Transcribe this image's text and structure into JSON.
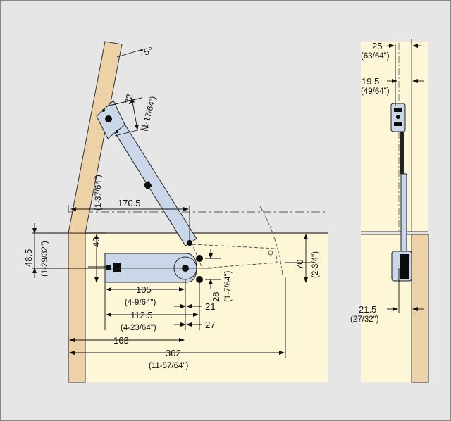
{
  "colors": {
    "background": "#e6e6e6",
    "cabinet_interior": "#fdf7d7",
    "wood": "#ecd2a6",
    "hardware": "#c9d7e8",
    "hardware_dark": "#0b0b0b"
  },
  "angle": {
    "label": "75°"
  },
  "dimensions": {
    "d32": {
      "mm": "32",
      "inch": "(1-17/64\")"
    },
    "d1_37_64": {
      "inch": "(1-37/64\")"
    },
    "d170_5": {
      "mm": "170.5"
    },
    "d40": {
      "mm": "40"
    },
    "d48_5": {
      "mm": "48.5",
      "inch": "(1-29/32\")"
    },
    "d70": {
      "mm": "70",
      "inch": "(2-3/4\")"
    },
    "d28": {
      "mm": "28",
      "inch": "(1-7/64\")"
    },
    "d105": {
      "mm": "105",
      "inch": "(4-9/64\")"
    },
    "d112_5": {
      "mm": "112.5",
      "inch": "(4-23/64\")"
    },
    "d21": {
      "mm": "21"
    },
    "d27": {
      "mm": "27"
    },
    "d163": {
      "mm": "163"
    },
    "d302": {
      "mm": "302",
      "inch": "(11-57/64\")"
    },
    "d25": {
      "mm": "25",
      "inch": "(63/64\")"
    },
    "d19_5": {
      "mm": "19.5",
      "inch": "(49/64\")"
    },
    "d21_5": {
      "mm": "21.5",
      "inch": "(27/32\")"
    }
  }
}
